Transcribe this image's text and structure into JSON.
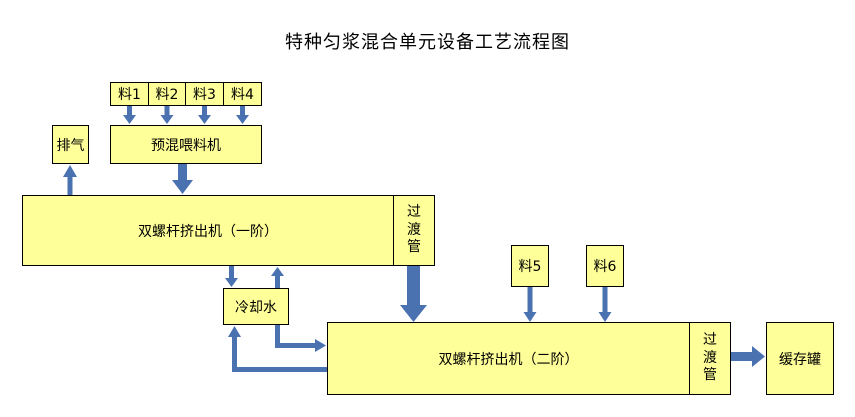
{
  "title": "特种匀浆混合单元设备工艺流程图",
  "nodes": {
    "material_1": "料1",
    "material_2": "料2",
    "material_3": "料3",
    "material_4": "料4",
    "exhaust": "排气",
    "premix_feeder": "预混喂料机",
    "extruder_stage1": "双螺杆挤出机（一阶）",
    "transition_pipe_1": [
      "过",
      "渡",
      "管"
    ],
    "cooling_water": "冷却水",
    "material_5": "料5",
    "material_6": "料6",
    "extruder_stage2": "双螺杆挤出机（二阶）",
    "transition_pipe_2": [
      "过",
      "渡",
      "管"
    ],
    "buffer_tank": "缓存罐"
  },
  "colors": {
    "box_fill": "#ffff99",
    "arrow": "#4a72b0"
  }
}
